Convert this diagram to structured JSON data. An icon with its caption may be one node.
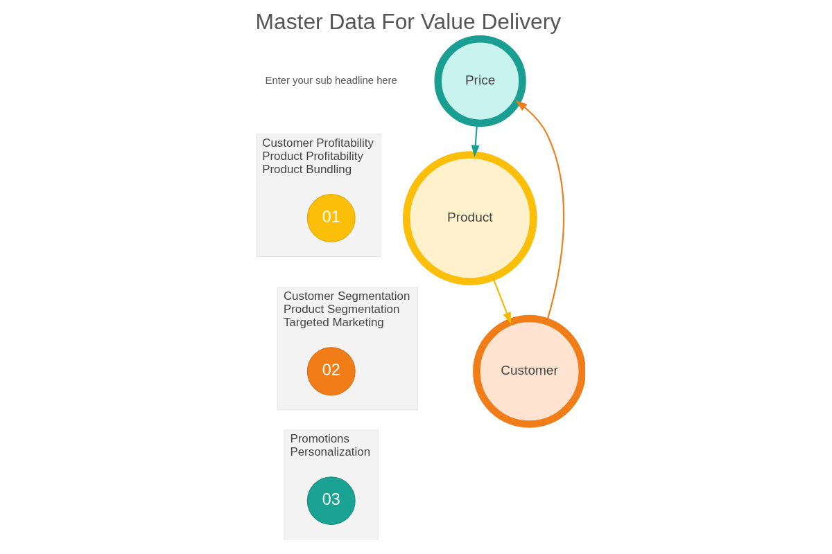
{
  "diagram": {
    "title": "Master Data For Value Delivery",
    "nodes": [
      {
        "text": [
          "Customer Profitability",
          "Product Profitability",
          "Product Bundling"
        ]
      },
      {
        "text": [
          "01"
        ],
        "in": 0
      },
      {
        "text": [
          "Customer Segmentation",
          "Product Segmentation",
          "Targeted Marketing"
        ]
      },
      {
        "text": [
          "02"
        ],
        "in": 2
      },
      {
        "text": [
          "Promotions",
          "Personalization"
        ]
      },
      {
        "text": [
          "03"
        ],
        "in": 4
      },
      {
        "text": [
          "Price"
        ]
      },
      {
        "text": [
          "Product"
        ]
      },
      {
        "text": [
          "Customer"
        ]
      }
    ],
    "edges": [
      {
        "from": 6,
        "to": 7,
        "arrow": "to",
        "color": "#1a9e92"
      },
      {
        "from": 7,
        "to": 8,
        "arrow": "to",
        "color": "#f5b800"
      },
      {
        "from": 8,
        "to": 6,
        "arrow": "to",
        "color": "#f07d18"
      }
    ],
    "labels": [
      "Enter your sub headline here"
    ]
  }
}
